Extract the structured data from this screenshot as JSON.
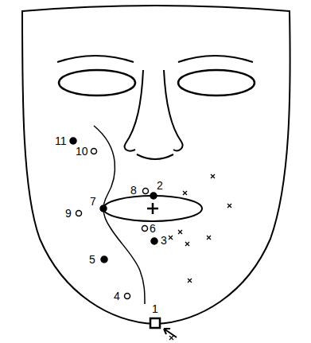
{
  "diagram": {
    "labels": [
      "11",
      "10",
      "8",
      "2",
      "9",
      "7",
      "6",
      "3",
      "5",
      "4",
      "1"
    ]
  }
}
